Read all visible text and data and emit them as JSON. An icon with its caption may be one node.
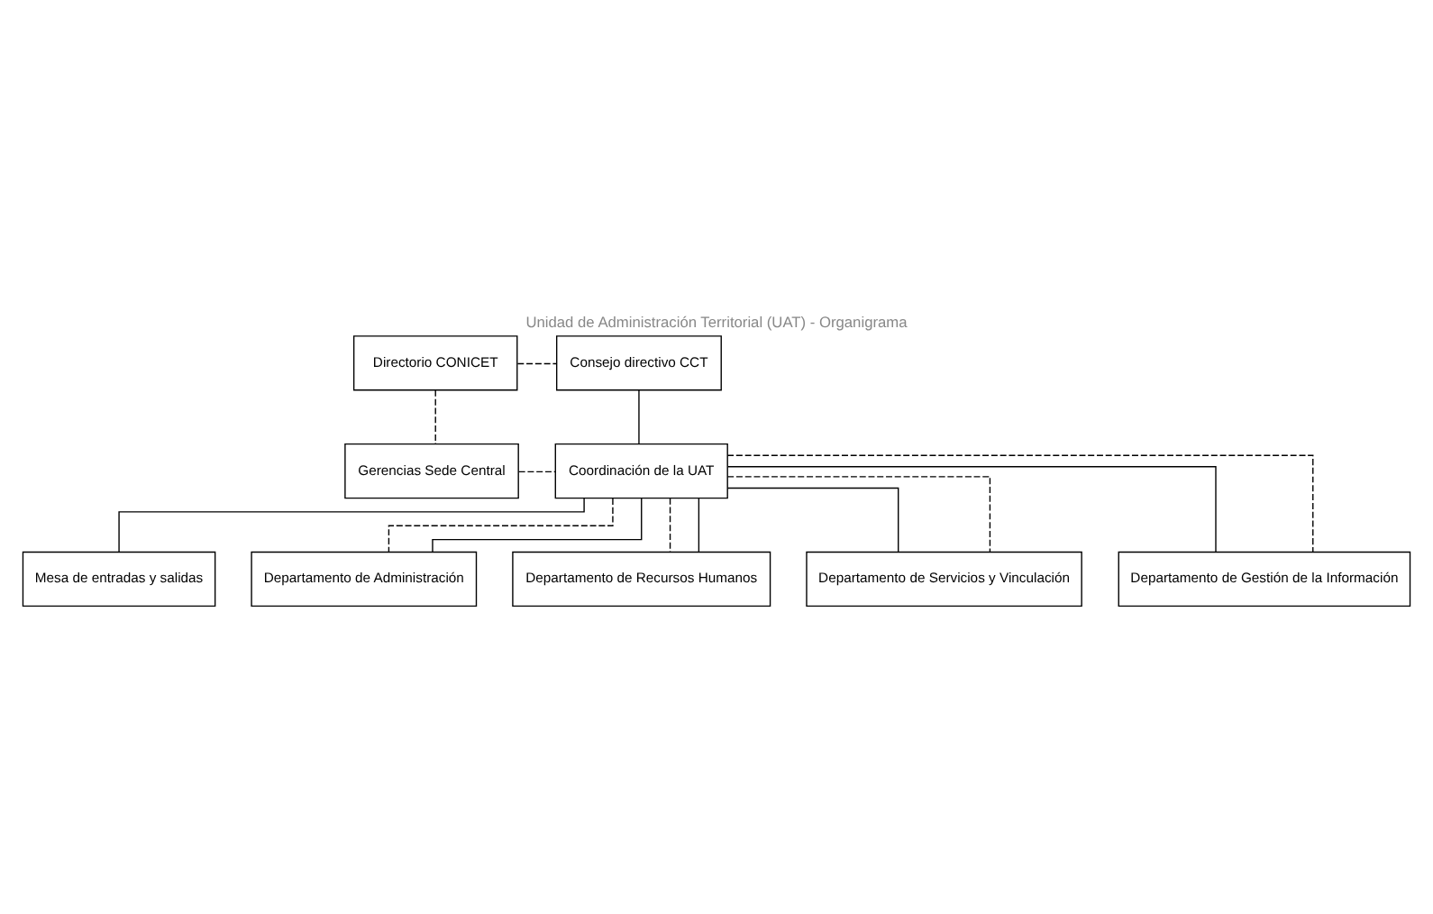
{
  "diagram": {
    "title": "Unidad de Administración Territorial (UAT) - Organigrama",
    "nodes": [
      {
        "text": [
          "Directorio CONICET"
        ]
      },
      {
        "text": [
          "Consejo directivo CCT"
        ]
      },
      {
        "text": [
          "Gerencias Sede Central"
        ]
      },
      {
        "text": [
          "Coordinación de la UAT"
        ]
      },
      {
        "text": [
          "Mesa de entradas y salidas"
        ]
      },
      {
        "text": [
          "Departamento de Administración"
        ]
      },
      {
        "text": [
          "Departamento de Recursos Humanos"
        ]
      },
      {
        "text": [
          "Departamento de Servicios y Vinculación"
        ]
      },
      {
        "text": [
          "Departamento de Gestión de la Información"
        ]
      }
    ],
    "edges": [
      {
        "from": 0,
        "to": 1,
        "arrow": "none",
        "style": "dashed"
      },
      {
        "from": 0,
        "to": 2,
        "arrow": "none",
        "style": "dashed"
      },
      {
        "from": 2,
        "to": 3,
        "arrow": "none",
        "style": "dashed"
      },
      {
        "from": 1,
        "to": 3,
        "arrow": "none"
      },
      {
        "from": 3,
        "to": 4,
        "arrow": "none"
      },
      {
        "from": 3,
        "to": 5,
        "arrow": "none",
        "style": "dashed"
      },
      {
        "from": 3,
        "to": 6,
        "arrow": "none",
        "style": "dashed"
      },
      {
        "from": 3,
        "to": 7,
        "arrow": "none",
        "style": "dashed"
      },
      {
        "from": 3,
        "to": 8,
        "arrow": "none",
        "style": "dashed"
      },
      {
        "from": 3,
        "to": 5,
        "arrow": "none"
      },
      {
        "from": 3,
        "to": 6,
        "arrow": "none"
      },
      {
        "from": 3,
        "to": 7,
        "arrow": "none"
      },
      {
        "from": 3,
        "to": 8,
        "arrow": "none"
      }
    ]
  }
}
